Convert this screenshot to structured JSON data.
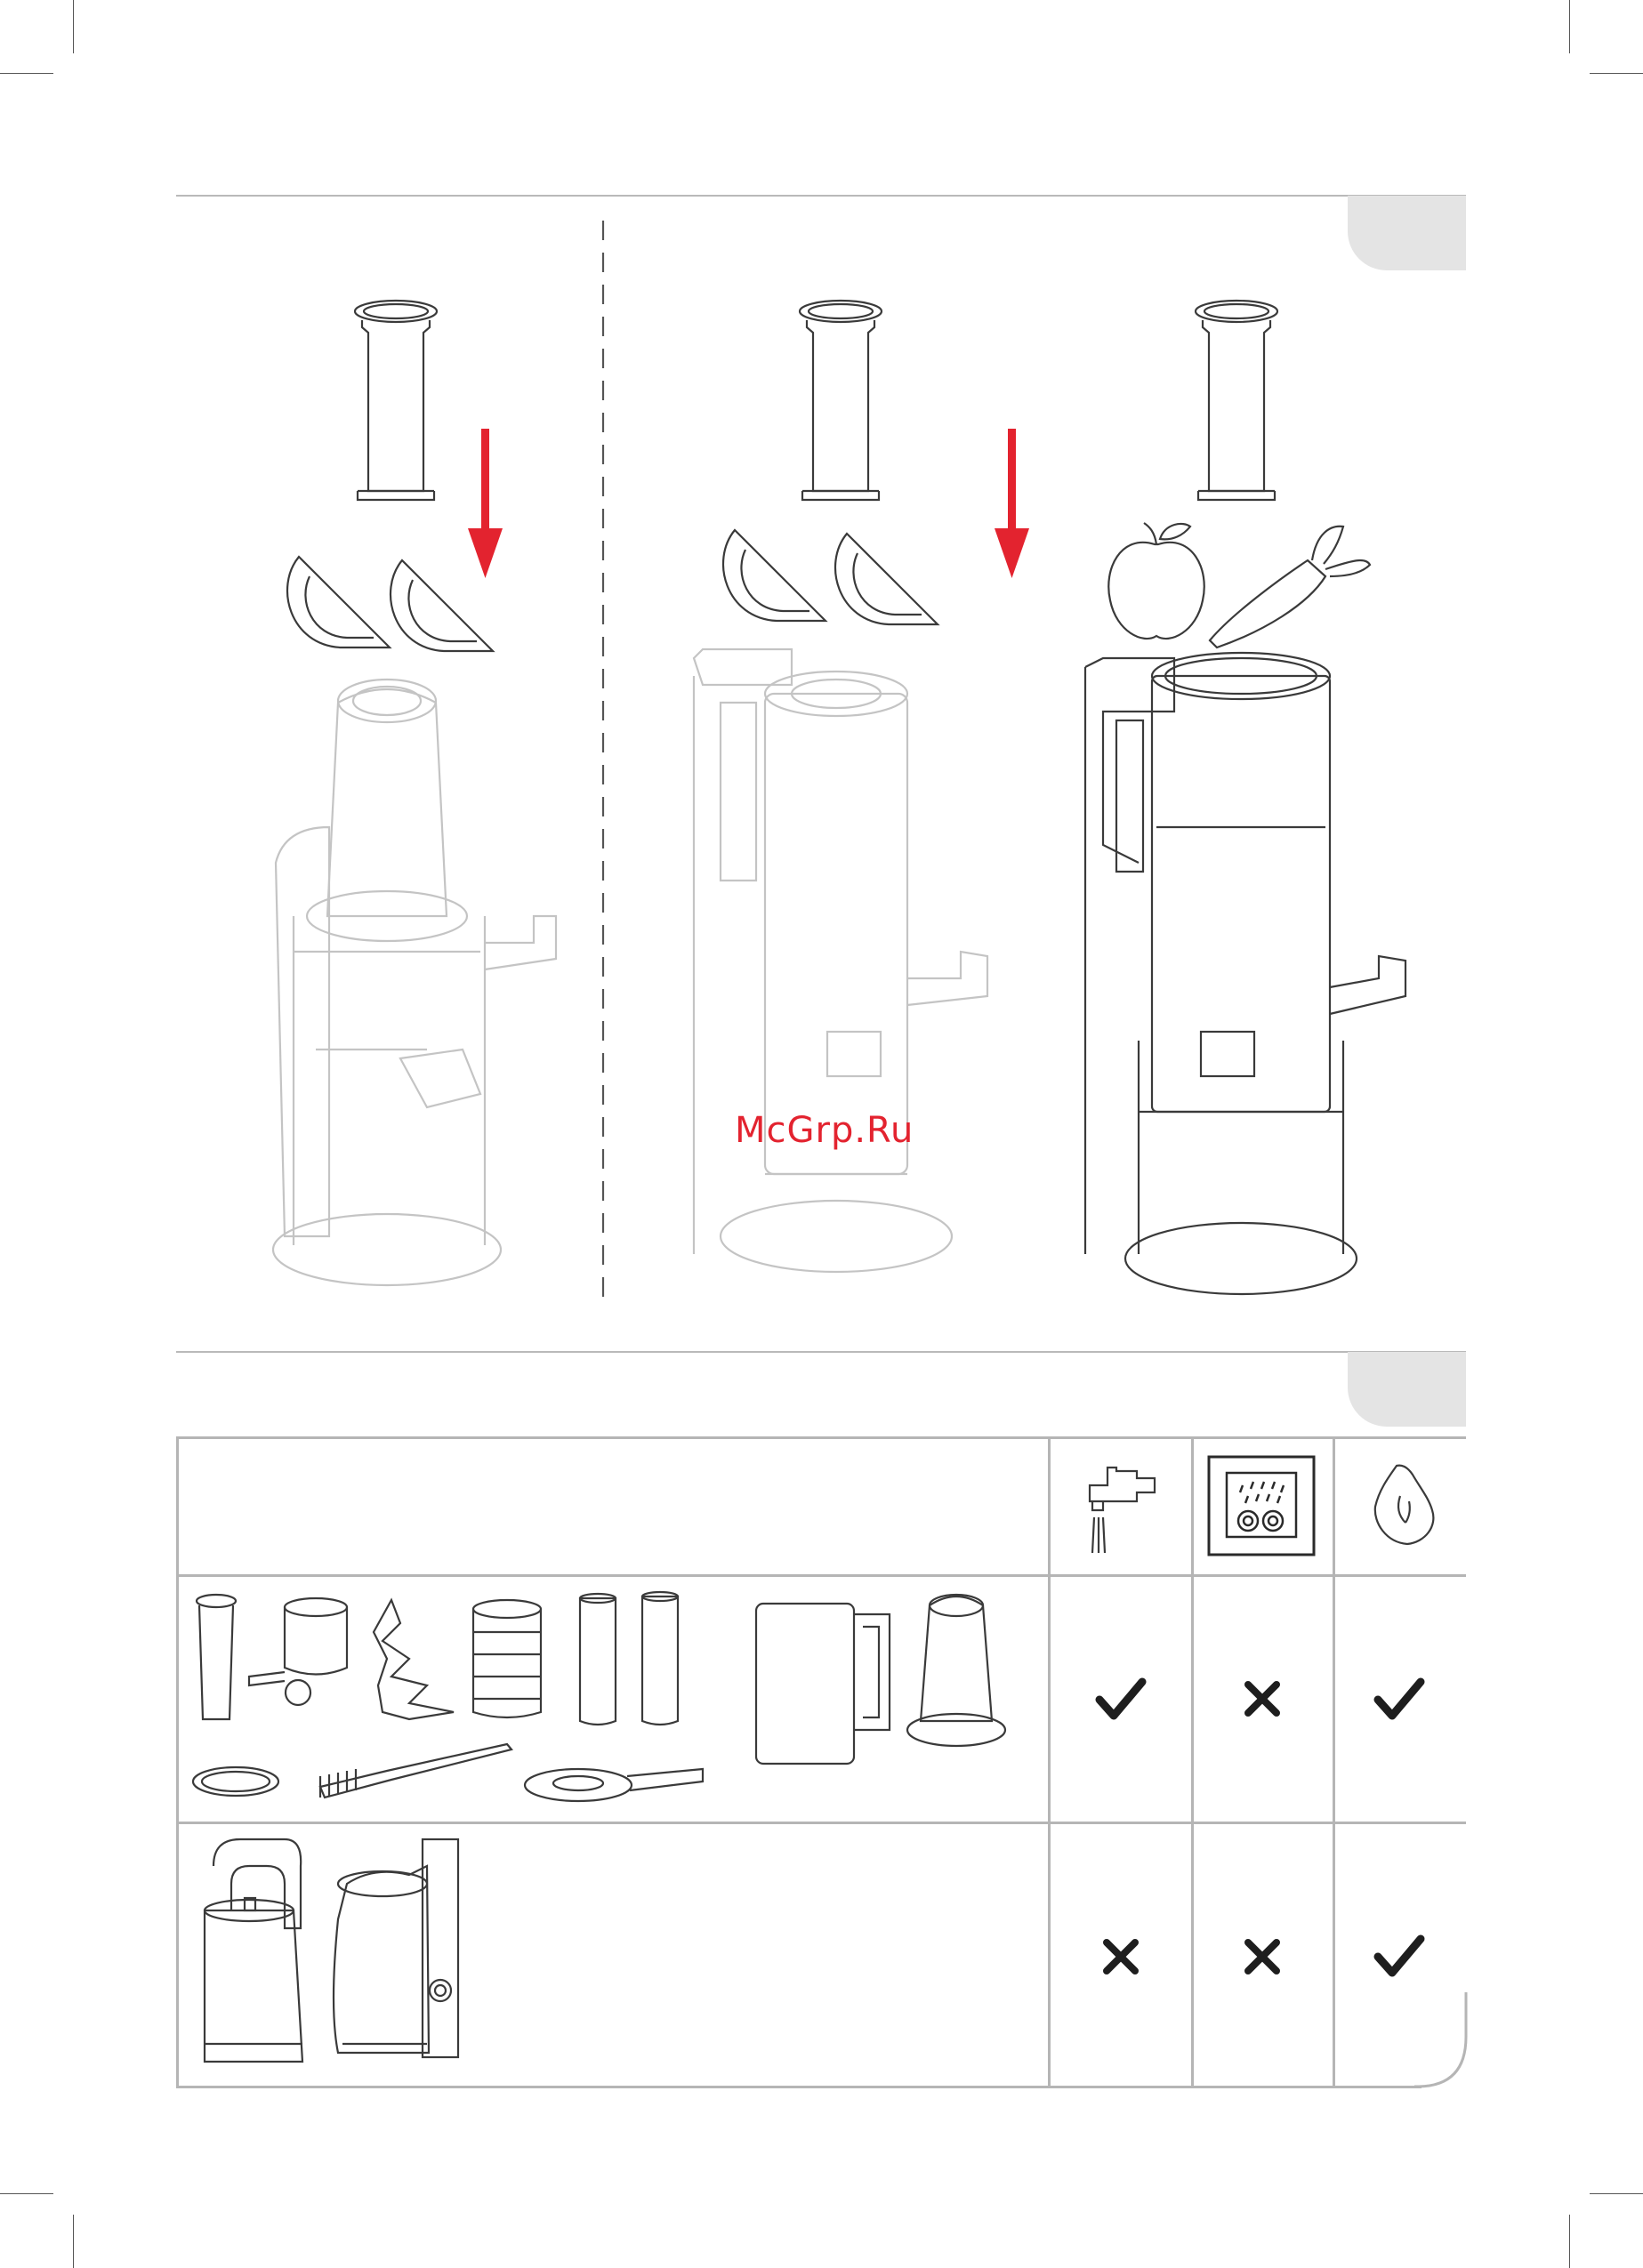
{
  "watermark": "McGrp.Ru",
  "section_a": {
    "panels": [
      {
        "name": "panel-1",
        "foods": "citrus"
      },
      {
        "name": "panel-2",
        "foods": "citrus"
      },
      {
        "name": "panel-3",
        "foods": "apple-carrot"
      }
    ],
    "arrow_color": "#e3232f"
  },
  "cleaning_table": {
    "header_icons": [
      "tap-water-icon",
      "dishwasher-icon",
      "soft-cloth-icon"
    ],
    "rows": [
      {
        "group": "removable-parts",
        "tap_water": "check",
        "dishwasher": "cross",
        "cloth": "check"
      },
      {
        "group": "motor-base",
        "tap_water": "cross",
        "dishwasher": "cross",
        "cloth": "check"
      }
    ]
  }
}
